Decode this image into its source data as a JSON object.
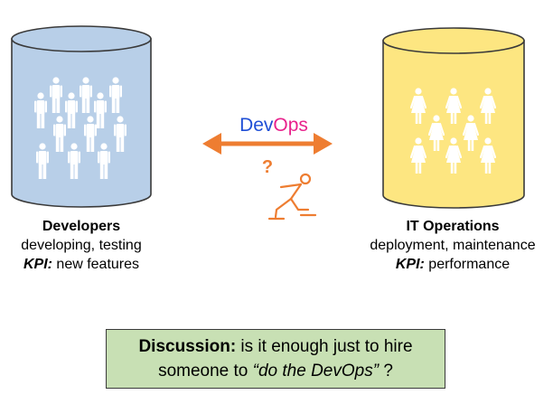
{
  "developers": {
    "title": "Developers",
    "activities": "developing, testing",
    "kpi_key": "KPI:",
    "kpi_value": " new features",
    "color": "#b8cfe8"
  },
  "operations": {
    "title": "IT Operations",
    "activities": "deployment, maintenance",
    "kpi_key": "KPI:",
    "kpi_value": " performance",
    "color": "#fde681"
  },
  "link": {
    "dev_part": "Dev",
    "ops_part": "Ops",
    "question": "?",
    "arrow_color": "#ee7d31",
    "icon": "ice-skater-icon"
  },
  "discussion": {
    "key": "Discussion:",
    "line1_rest": " is it enough just to hire",
    "line2_start": "someone to ",
    "quote": "“do the DevOps”",
    "line2_end": " ?",
    "color": "#c8e0b4"
  }
}
